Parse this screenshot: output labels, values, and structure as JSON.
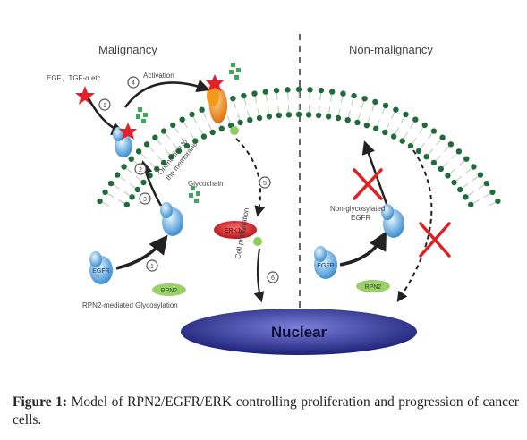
{
  "panels": {
    "left_title": "Malignancy",
    "right_title": "Non-malignancy"
  },
  "labels": {
    "ligand": "EGF、TGF-α etc",
    "activation": "Activation",
    "orientation_1": "Orientation to",
    "orientation_2": "the membrane",
    "glycochain": "Glycochain",
    "erk": "ERK1/2",
    "cell_proliferation": "Cell proliferation",
    "rpn2": "RPN2",
    "rpn2_glycosylation": "RPN2-mediated Glycosylation",
    "non_glyco_1": "Non-glycosylated",
    "non_glyco_2": "EGFR",
    "egfr": "EGFR",
    "nuclear": "Nuclear",
    "steps": [
      "1",
      "2",
      "3",
      "4",
      "5",
      "6"
    ]
  },
  "caption": {
    "label": "Figure 1:",
    "text": " Model of RPN2/EGFR/ERK controlling proliferation and progression of cancer cells."
  },
  "colors": {
    "membrane_dot": "#1f6b3a",
    "egfr": "#5aa9e0",
    "erk": "#d9252a",
    "nuclear": "#2a2d8f",
    "rpn2": "#9bd06a",
    "red_x": "#e02020"
  }
}
